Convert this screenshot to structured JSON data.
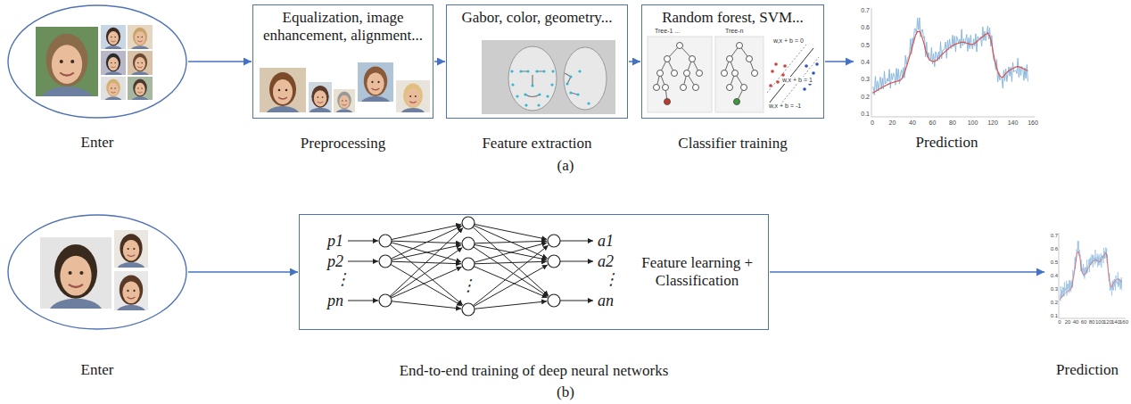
{
  "diagram": {
    "nodes": [
      {
        "text": [
          "Enter"
        ]
      },
      {
        "text": [
          "Equalization, image enhancement, alignment...",
          "Preprocessing"
        ]
      },
      {
        "text": [
          "Gabor, color, geometry...",
          "Feature extraction"
        ]
      },
      {
        "text": [
          "Random forest, SVM...",
          "Classifier training"
        ]
      },
      {
        "text": [
          "Prediction"
        ]
      },
      {
        "text": [
          "Enter"
        ]
      },
      {
        "text": [
          "Feature learning + Classification",
          "End-to-end training of deep neural networks"
        ]
      },
      {
        "text": [
          "Prediction"
        ]
      }
    ],
    "edges": [
      {
        "from": 0,
        "to": 1,
        "arrow": "to"
      },
      {
        "from": 1,
        "to": 2,
        "arrow": "to"
      },
      {
        "from": 2,
        "to": 3,
        "arrow": "to"
      },
      {
        "from": 3,
        "to": 4,
        "arrow": "to"
      },
      {
        "from": 5,
        "to": 6,
        "arrow": "to"
      },
      {
        "from": 6,
        "to": 7,
        "arrow": "to"
      }
    ],
    "labels": [
      "(a)",
      "Tree-1 ...",
      "Tree-n",
      "w,x + b = 0",
      "w,x + b = 1",
      "w,x + b = -1",
      "0.7",
      "0.6",
      "0.5",
      "0.4",
      "0.3",
      "0.2",
      "0.1",
      "0",
      "20",
      "40",
      "60",
      "80",
      "100",
      "120",
      "140",
      "160",
      "(b)",
      "p1",
      "p2",
      "⋮",
      "pn",
      "⋮",
      "a1",
      "a2",
      "⋮",
      "an",
      "0.7",
      "0.6",
      "0.5",
      "0.4",
      "0.3",
      "0.2",
      "0.1",
      "0",
      "20",
      "40",
      "60",
      "80",
      "100",
      "120",
      "140",
      "160"
    ]
  }
}
